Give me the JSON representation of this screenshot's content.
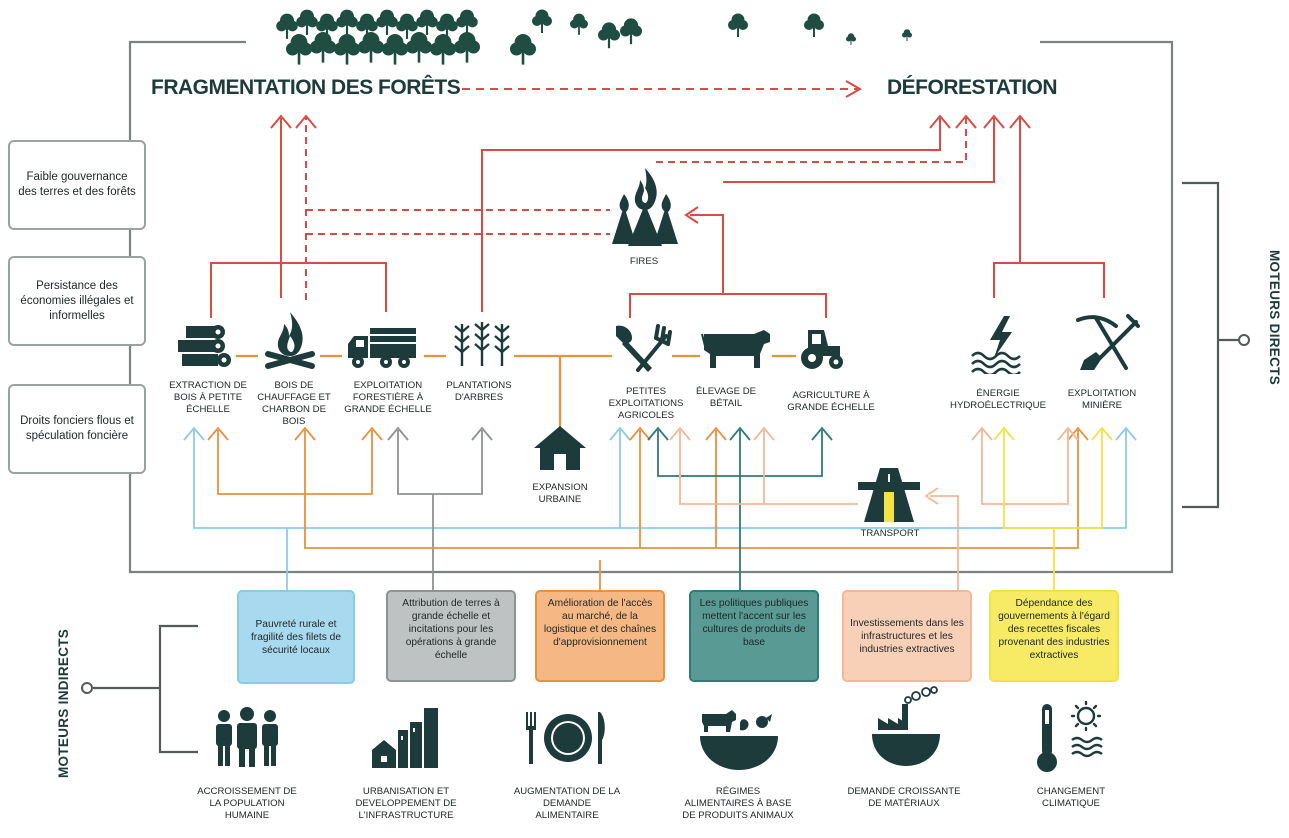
{
  "colors": {
    "red": "#dc4a45",
    "orange": "#e8913f",
    "light_blue": "#8ccbe6",
    "gray": "#8d9292",
    "teal": "#2f7b75",
    "peach": "#f2b897",
    "yellow": "#f3e342",
    "dark": "#1e3b3b",
    "frame": "#7a8282"
  },
  "headings": {
    "fragmentation": "FRAGMENTATION DES FORÊTS",
    "deforestation": "DÉFORESTATION",
    "direct_drivers": "MOTEURS DIRECTS",
    "indirect_drivers": "MOTEURS INDIRECTS"
  },
  "left_factors": [
    "Faible gouvernance des terres et des forêts",
    "Persistance des économies illégales et informelles",
    "Droits fonciers flous et spéculation foncière"
  ],
  "direct_drivers": {
    "small_logging": "EXTRACTION DE BOIS À PETITE ÉCHELLE",
    "fuelwood": "BOIS DE CHAUFFAGE ET CHARBON DE BOIS",
    "large_logging": "EXPLOITATION FORESTIÈRE À GRANDE ÉCHELLE",
    "plantations": "PLANTATIONS D'ARBRES",
    "fires": "FIRES",
    "urban": "EXPANSION URBAINE",
    "small_farming": "PETITES EXPLOITATIONS AGRICOLES",
    "cattle": "ÉLEVAGE DE BÉTAIL",
    "large_agriculture": "AGRICULTURE À GRANDE ÉCHELLE",
    "hydro": "ÉNERGIE HYDROÉLECTRIQUE",
    "mining": "EXPLOITATION MINIÈRE",
    "transport": "TRANSPORT"
  },
  "indirect_boxes": [
    {
      "text": "Pauvreté rurale et fragilité des filets de sécurité locaux",
      "color": "light_blue"
    },
    {
      "text": "Attribution de terres à grande échelle et incitations pour les opérations à grande échelle",
      "color": "gray"
    },
    {
      "text": "Amélioration de l'accès au marché, de la logistique et des chaînes d'approvisionnement",
      "color": "orange"
    },
    {
      "text": "Les politiques publiques mettent l'accent sur les cultures de produits de base",
      "color": "teal"
    },
    {
      "text": "Investissements dans les infrastructures et les industries extractives",
      "color": "peach"
    },
    {
      "text": "Dépendance des gouvernements à l'égard des recettes fiscales provenant des industries extractives",
      "color": "yellow"
    }
  ],
  "underlying": [
    {
      "label": "ACCROISSEMENT DE LA POPULATION HUMAINE",
      "icon": "people-icon"
    },
    {
      "label": "URBANISATION ET DEVELOPPEMENT DE L'INFRASTRUCTURE",
      "icon": "city-icon"
    },
    {
      "label": "AUGMENTATION DE LA DEMANDE ALIMENTAIRE",
      "icon": "plate-icon"
    },
    {
      "label": "RÉGIMES ALIMENTAIRES À BASE DE PRODUITS ANIMAUX",
      "icon": "livestock-bowl-icon"
    },
    {
      "label": "DEMANDE CROISSANTE DE MATÉRIAUX",
      "icon": "factory-icon"
    },
    {
      "label": "CHANGEMENT CLIMATIQUE",
      "icon": "climate-icon"
    }
  ]
}
